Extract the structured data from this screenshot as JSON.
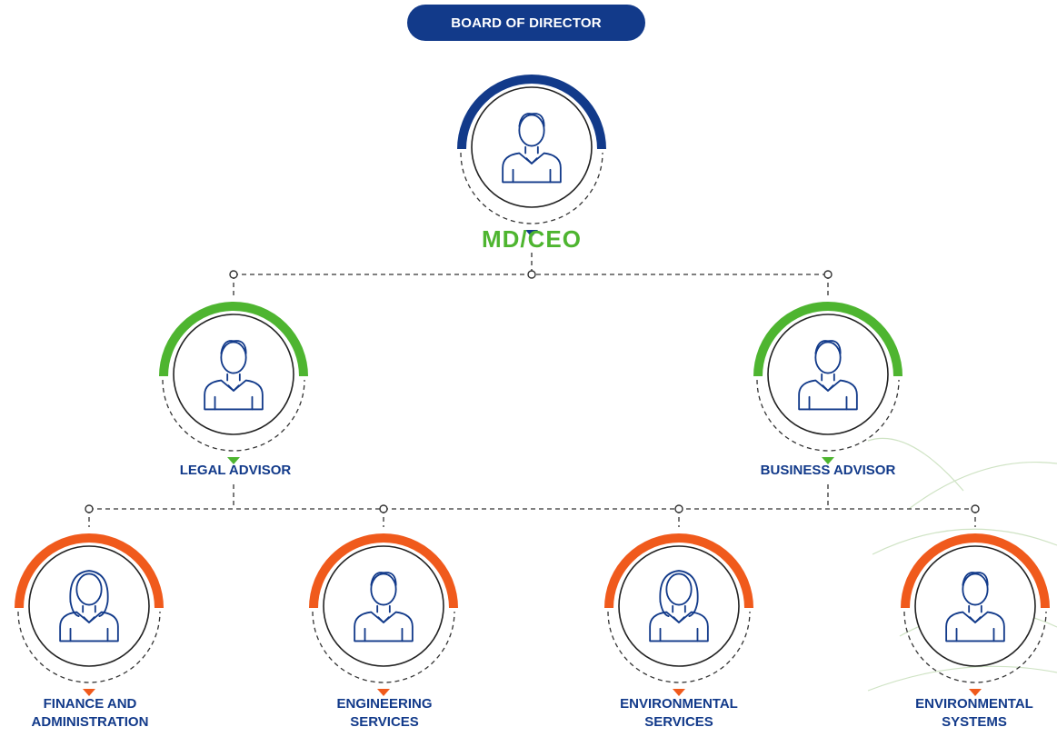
{
  "board": {
    "label": "BOARD OF DIRECTOR"
  },
  "ceo": {
    "label": "MD/CEO",
    "role": "male",
    "color": "#123a8a"
  },
  "advisors": [
    {
      "key": "legal",
      "label": "LEGAL ADVISOR",
      "role": "male",
      "color": "#4eb530"
    },
    {
      "key": "business",
      "label": "BUSINESS ADVISOR",
      "role": "male",
      "color": "#4eb530"
    }
  ],
  "departments": [
    {
      "key": "finance",
      "label": "FINANCE AND\nADMINISTRATION",
      "role": "female",
      "color": "#f05a1c"
    },
    {
      "key": "engineering",
      "label": "ENGINEERING\nSERVICES",
      "role": "male",
      "color": "#f05a1c"
    },
    {
      "key": "env-services",
      "label": "ENVIRONMENTAL\nSERVICES",
      "role": "female",
      "color": "#f05a1c"
    },
    {
      "key": "env-systems",
      "label": "ENVIRONMENTAL\nSYSTEMS",
      "role": "male",
      "color": "#f05a1c"
    }
  ],
  "colors": {
    "navy": "#123a8a",
    "green": "#4eb530",
    "orange": "#f05a1c",
    "watermark": "#cfe3c4"
  },
  "icons": {
    "person": "person-outline-icon",
    "connector": "dashed-connector",
    "pointer": "triangle-pointer-icon"
  }
}
